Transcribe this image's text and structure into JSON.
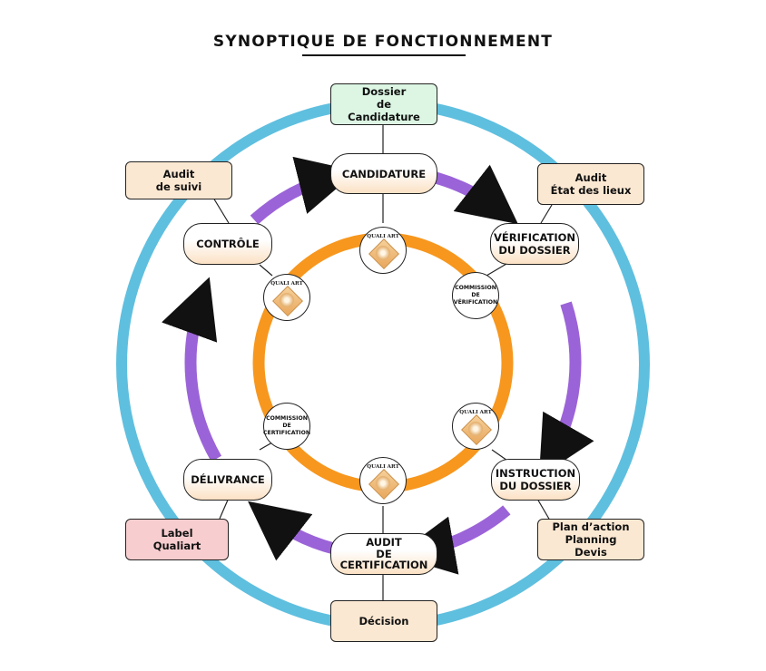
{
  "title": "SYNOPTIQUE DE FONCTIONNEMENT",
  "colors": {
    "outer_ring": "#5fbfdf",
    "middle_ring": "#9b63d8",
    "inner_ring": "#f7971e",
    "box_fill": "#fbe8d2",
    "box_green": "#dcf6e3",
    "box_pink": "#f7cdcf"
  },
  "outer_boxes": {
    "dossier": [
      "Dossier",
      "de",
      "Candidature"
    ],
    "audit_suivi": [
      "Audit",
      "de suivi"
    ],
    "audit_etat": [
      "Audit",
      "État des lieux"
    ],
    "plan_action": [
      "Plan d’action",
      "Planning",
      "Devis"
    ],
    "decision": [
      "Décision"
    ],
    "label": [
      "Label",
      "Qualiart"
    ]
  },
  "stages": {
    "candidature": [
      "CANDIDATURE"
    ],
    "verification": [
      "VÉRIFICATION",
      "DU DOSSIER"
    ],
    "instruction": [
      "INSTRUCTION",
      "DU DOSSIER"
    ],
    "audit_cert": [
      "AUDIT",
      "DE",
      "CERTIFICATION"
    ],
    "delivrance": [
      "DÉLIVRANCE"
    ],
    "controle": [
      "CONTRÔLE"
    ]
  },
  "inner_nodes": {
    "logo_text": "QUALI ART",
    "commission_verification": [
      "COMMISSION",
      "DE",
      "VÉRIFICATION"
    ],
    "commission_certification": [
      "COMMISSION",
      "DE",
      "CERTIFICATION"
    ]
  }
}
